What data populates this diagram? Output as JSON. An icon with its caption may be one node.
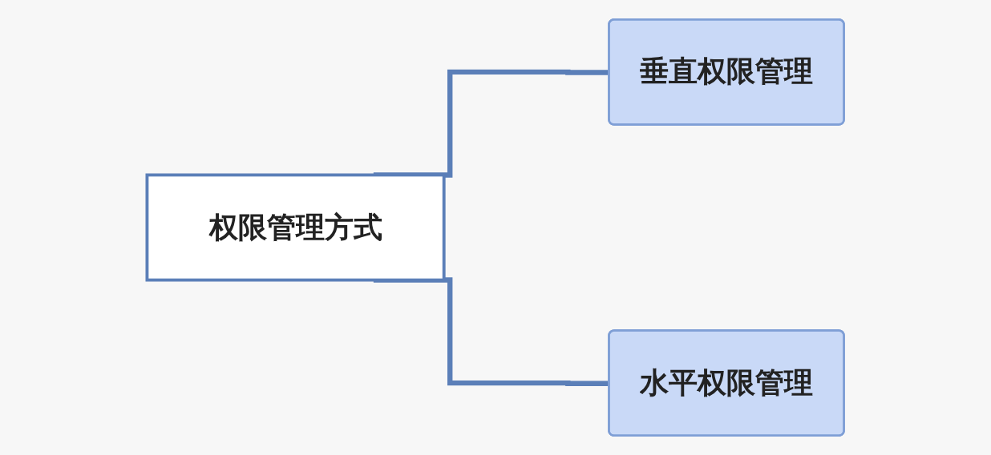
{
  "diagram": {
    "nodes": [
      {
        "text": [
          "权限管理方式"
        ]
      },
      {
        "text": [
          "垂直权限管理"
        ]
      },
      {
        "text": [
          "水平权限管理"
        ]
      }
    ],
    "edges": [
      {
        "from": 0,
        "to": 1,
        "arrow": "none"
      },
      {
        "from": 0,
        "to": 2,
        "arrow": "none"
      }
    ]
  }
}
